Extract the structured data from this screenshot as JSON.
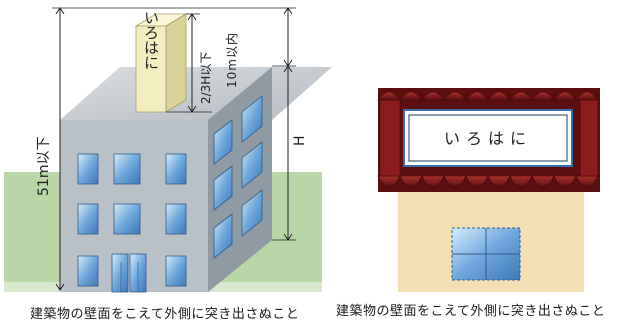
{
  "left_diagram": {
    "sign_text": "いろはに",
    "label_total_height": "51m以下",
    "label_sign_ratio": "2/3H以下",
    "label_sign_limit": "10m以内",
    "label_building_height": "H",
    "caption": "建築物の壁面をこえて外側に突き出さぬこと"
  },
  "right_diagram": {
    "sign_text": "いろはに",
    "caption": "建築物の壁面をこえて外側に突き出さぬこと"
  },
  "colors": {
    "ground": "#b9d7a6",
    "building_front": "#b9c0c6",
    "building_side": "#8f9aa3",
    "building_roof": "#c9ced2",
    "window": "#6fa8dc",
    "sign_board": "#f2eec0",
    "roof_tile": "#8b1c1c",
    "wall": "#f4dfb3"
  }
}
